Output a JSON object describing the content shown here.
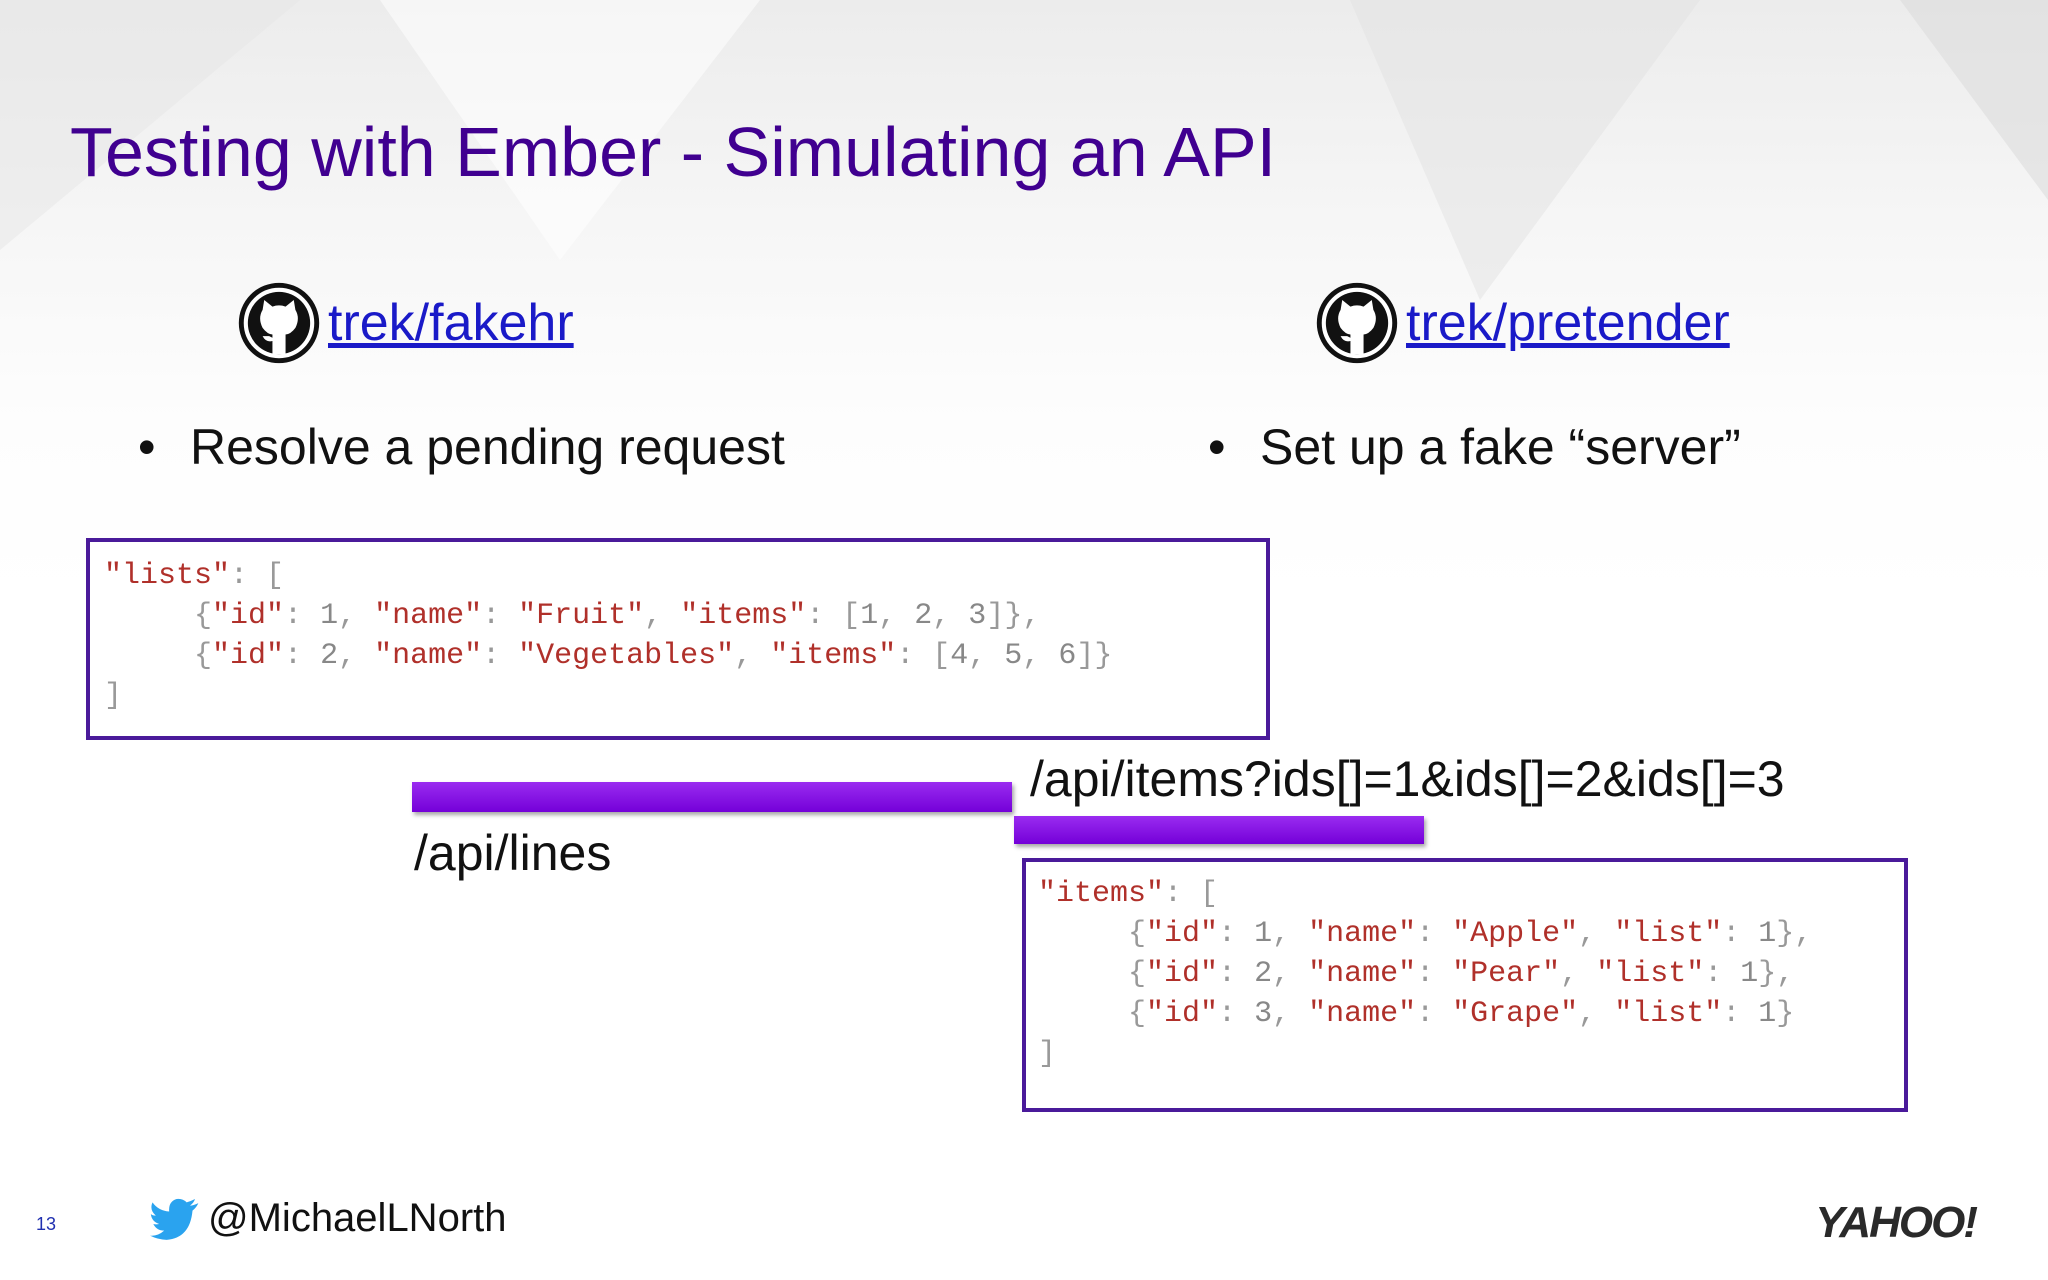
{
  "slide": {
    "title": "Testing with Ember - Simulating an API",
    "slide_number": "13"
  },
  "left": {
    "repo_link": "trek/fakehr",
    "bullet": "Resolve a pending request",
    "icon": "github-icon"
  },
  "right": {
    "repo_link": "trek/pretender",
    "bullet": "Set up a fake “server”",
    "icon": "github-icon"
  },
  "lists_code": {
    "lines": [
      [
        {
          "t": "\"lists\"",
          "c": "str"
        },
        {
          "t": ": ["
        }
      ],
      [
        {
          "t": "     {"
        },
        {
          "t": "\"id\"",
          "c": "str"
        },
        {
          "t": ": "
        },
        {
          "t": "1",
          "c": "num"
        },
        {
          "t": ", "
        },
        {
          "t": "\"name\"",
          "c": "str"
        },
        {
          "t": ": "
        },
        {
          "t": "\"Fruit\"",
          "c": "str"
        },
        {
          "t": ", "
        },
        {
          "t": "\"items\"",
          "c": "str"
        },
        {
          "t": ": ["
        },
        {
          "t": "1",
          "c": "num"
        },
        {
          "t": ", "
        },
        {
          "t": "2",
          "c": "num"
        },
        {
          "t": ", "
        },
        {
          "t": "3",
          "c": "num"
        },
        {
          "t": "]},"
        }
      ],
      [
        {
          "t": "     {"
        },
        {
          "t": "\"id\"",
          "c": "str"
        },
        {
          "t": ": "
        },
        {
          "t": "2",
          "c": "num"
        },
        {
          "t": ", "
        },
        {
          "t": "\"name\"",
          "c": "str"
        },
        {
          "t": ": "
        },
        {
          "t": "\"Vegetables\"",
          "c": "str"
        },
        {
          "t": ", "
        },
        {
          "t": "\"items\"",
          "c": "str"
        },
        {
          "t": ": ["
        },
        {
          "t": "4",
          "c": "num"
        },
        {
          "t": ", "
        },
        {
          "t": "5",
          "c": "num"
        },
        {
          "t": ", "
        },
        {
          "t": "6",
          "c": "num"
        },
        {
          "t": "]}"
        }
      ],
      [
        {
          "t": "]"
        }
      ]
    ]
  },
  "items_code": {
    "lines": [
      [
        {
          "t": "\"items\"",
          "c": "str"
        },
        {
          "t": ": ["
        }
      ],
      [
        {
          "t": "     {"
        },
        {
          "t": "\"id\"",
          "c": "str"
        },
        {
          "t": ": "
        },
        {
          "t": "1",
          "c": "num"
        },
        {
          "t": ", "
        },
        {
          "t": "\"name\"",
          "c": "str"
        },
        {
          "t": ": "
        },
        {
          "t": "\"Apple\"",
          "c": "str"
        },
        {
          "t": ", "
        },
        {
          "t": "\"list\"",
          "c": "str"
        },
        {
          "t": ": "
        },
        {
          "t": "1",
          "c": "num"
        },
        {
          "t": "},"
        }
      ],
      [
        {
          "t": "     {"
        },
        {
          "t": "\"id\"",
          "c": "str"
        },
        {
          "t": ": "
        },
        {
          "t": "2",
          "c": "num"
        },
        {
          "t": ", "
        },
        {
          "t": "\"name\"",
          "c": "str"
        },
        {
          "t": ": "
        },
        {
          "t": "\"Pear\"",
          "c": "str"
        },
        {
          "t": ", "
        },
        {
          "t": "\"list\"",
          "c": "str"
        },
        {
          "t": ": "
        },
        {
          "t": "1",
          "c": "num"
        },
        {
          "t": "},"
        }
      ],
      [
        {
          "t": "     {"
        },
        {
          "t": "\"id\"",
          "c": "str"
        },
        {
          "t": ": "
        },
        {
          "t": "3",
          "c": "num"
        },
        {
          "t": ", "
        },
        {
          "t": "\"name\"",
          "c": "str"
        },
        {
          "t": ": "
        },
        {
          "t": "\"Grape\"",
          "c": "str"
        },
        {
          "t": ", "
        },
        {
          "t": "\"list\"",
          "c": "str"
        },
        {
          "t": ": "
        },
        {
          "t": "1",
          "c": "num"
        },
        {
          "t": "}"
        }
      ],
      [
        {
          "t": "]"
        }
      ]
    ]
  },
  "routes": {
    "lines_route": "/api/lines",
    "items_route": "/api/items?ids[]=1&ids[]=2&ids[]=3"
  },
  "footer": {
    "twitter_handle": "@MichaelLNorth",
    "twitter_icon": "twitter-bird-icon",
    "logo_text": "YAHOO!"
  },
  "colors": {
    "title": "#400090",
    "link": "#1a1ac8",
    "code_border": "#4a1a9a",
    "bar": "#8a10e8",
    "code_string": "#b0302a"
  }
}
